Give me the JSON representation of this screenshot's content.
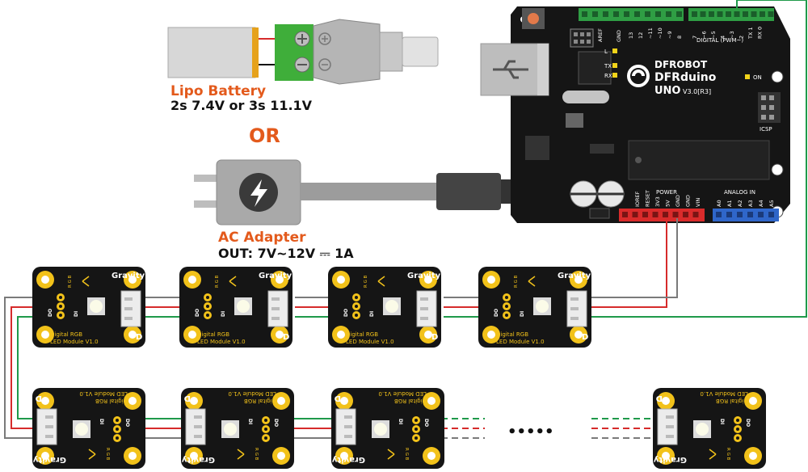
{
  "labels": {
    "lipo_title": "Lipo Battery",
    "lipo_spec": "2s 7.4V or 3s 11.1V",
    "or": "OR",
    "ac_title": "AC Adapter",
    "ac_spec": "OUT: 7V~12V ⎓ 1A",
    "ellipsis": "•••••"
  },
  "board": {
    "brand": "DFROBOT",
    "model": "DFRduino",
    "model2": "UNO",
    "version": "V3.0[R3]",
    "on": "ON",
    "icsp": "ICSP",
    "digital": "DIGITAL (PWM~)",
    "power": "POWER",
    "analog_in": "ANALOG IN",
    "aref": "AREF",
    "gnd": "GND",
    "tx": "TX",
    "rx": "RX",
    "l": "L",
    "digital_pins": [
      "13",
      "12",
      "~11",
      "~10",
      "~9",
      "8",
      "7",
      "~6",
      "~5",
      "4",
      "~3",
      "2",
      "TX 1",
      "RX 0"
    ],
    "power_pins": [
      "IOREF",
      "RESET",
      "3V3",
      "5V",
      "GND",
      "GND",
      "VIN"
    ],
    "analog_pins": [
      "A0",
      "A1",
      "A2",
      "A3",
      "A4",
      "A5"
    ]
  },
  "module": {
    "gravity": "Gravity",
    "name_line1": "Digital RGB",
    "name_line2": "LED Module V1.0",
    "rgb": "R G B",
    "di": "DI",
    "do": "DO",
    "d": "D"
  },
  "colors": {
    "pcb": "#151515",
    "header_green": "#2f9e44",
    "header_red": "#d92b2b",
    "header_blue": "#2f66c9",
    "wire_red": "#d62b2b",
    "wire_green": "#1f9a4a",
    "wire_grey": "#7a7a7a",
    "label_orange": "#e35a1c",
    "module_yellow": "#f2c21a"
  }
}
